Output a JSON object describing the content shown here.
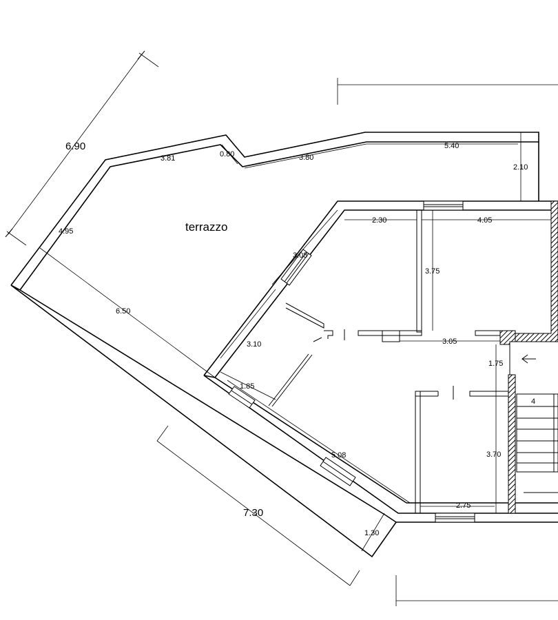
{
  "room_label": "terrazzo",
  "dimensions": {
    "d_6_90": "6.90",
    "d_3_81": "3.81",
    "d_0_80": "0.80",
    "d_3_80": "3.80",
    "d_5_40": "5.40",
    "d_2_10": "2.10",
    "d_4_95": "4.95",
    "d_2_30": "2.30",
    "d_4_05": "4.05",
    "d_3_08": "3.08",
    "d_3_75": "3.75",
    "d_6_50": "6.50",
    "d_3_10": "3.10",
    "d_3_05": "3.05",
    "d_1_75": "1.75",
    "d_1_85": "1.85",
    "d_5_08": "5.08",
    "d_3_70": "3.70",
    "d_2_75": "2.75",
    "d_7_30": "7.30",
    "d_1_30": "1.30"
  },
  "stair_step_label": "4"
}
